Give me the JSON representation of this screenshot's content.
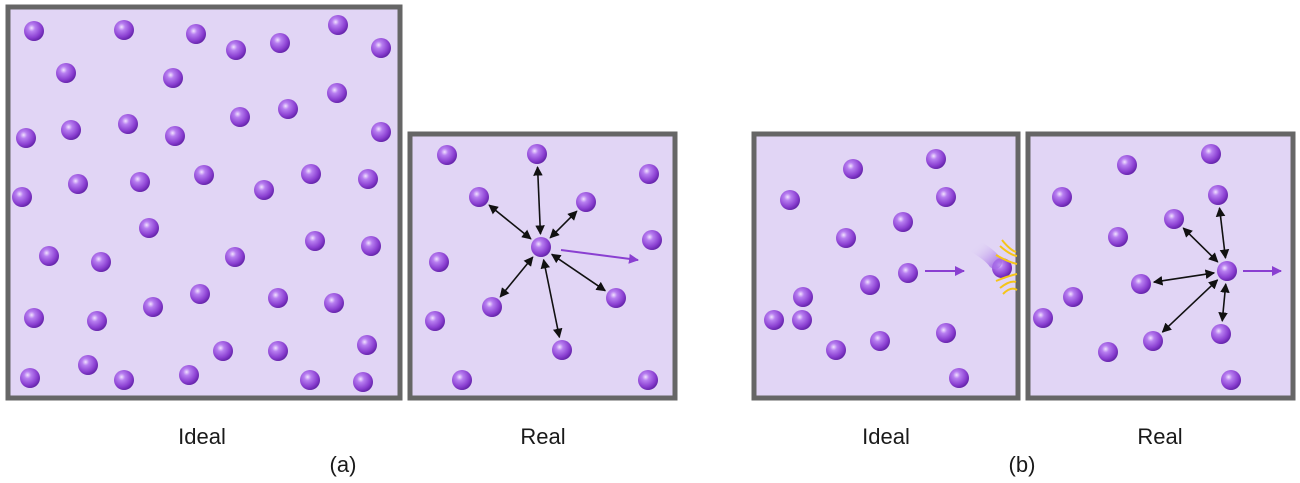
{
  "colors": {
    "box_fill": "#e1d5f5",
    "box_border": "#666666",
    "particle": "#8a3fd1",
    "particle_highlight": "#e8d3fb",
    "force_arrow": "#111111",
    "motion_arrow": "#8a3fd1",
    "wall_impact": "#f5c518"
  },
  "labels": {
    "a_ideal": "Ideal",
    "a_real": "Real",
    "a_caption": "(a)",
    "b_ideal": "Ideal",
    "b_real": "Real",
    "b_caption": "(b)"
  },
  "icons": {
    "particle": "gas-particle-icon",
    "impact": "wall-impact-burst-icon"
  }
}
